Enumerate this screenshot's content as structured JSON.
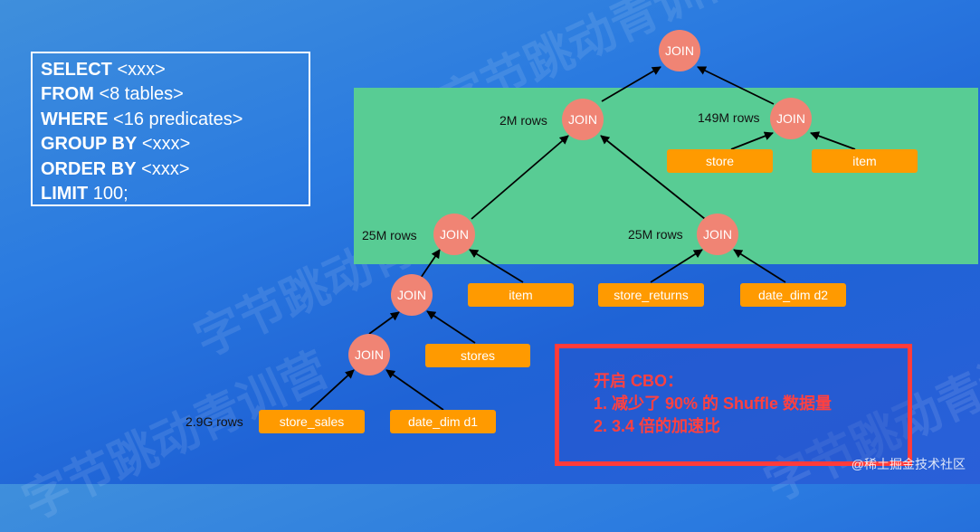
{
  "sql": {
    "lines": [
      {
        "kw": "SELECT",
        "rest": " <xxx>"
      },
      {
        "kw": "FROM",
        "rest": " <8 tables>"
      },
      {
        "kw": "WHERE",
        "rest": " <16 predicates>"
      },
      {
        "kw": "GROUP BY",
        "rest": " <xxx>"
      },
      {
        "kw": "ORDER BY",
        "rest": " <xxx>"
      },
      {
        "kw": "LIMIT",
        "rest": " 100;"
      }
    ]
  },
  "tree": {
    "join_label": "JOIN",
    "tables": {
      "store_sales": "store_sales",
      "date_dim_d1": "date_dim d1",
      "stores": "stores",
      "item_low": "item",
      "store_returns": "store_returns",
      "date_dim_d2": "date_dim d2",
      "store": "store",
      "item_high": "item"
    },
    "row_labels": {
      "store_sales": "2.9G rows",
      "left_join3": "25M rows",
      "right_join3": "25M rows",
      "left_join2": "2M rows",
      "right_join2": "149M rows"
    }
  },
  "cbo": {
    "title": "开启 CBO：",
    "point1": "1.  减少了 90% 的 Shuffle 数据量",
    "point2": "2.  3.4 倍的加速比"
  },
  "watermark": {
    "text": "@稀土掘金技术社区",
    "bg_text": "字节跳动青训营"
  },
  "colors": {
    "join_node": "#f08474",
    "table_box": "#ff9a00",
    "highlight_region": "#58cc94",
    "cbo_border": "#ff3b3b"
  }
}
